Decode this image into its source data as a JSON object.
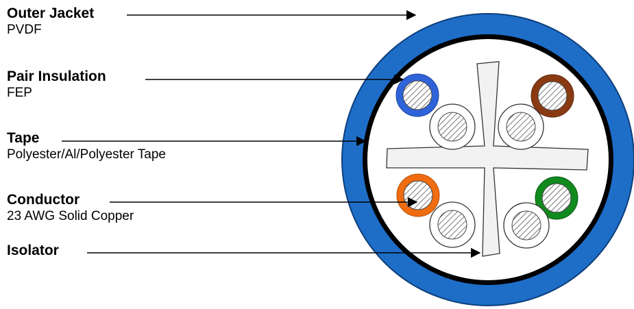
{
  "labels": [
    {
      "title": "Outer Jacket",
      "sub": "PVDF"
    },
    {
      "title": "Pair Insulation",
      "sub": "FEP"
    },
    {
      "title": "Tape",
      "sub": "Polyester/Al/Polyester Tape"
    },
    {
      "title": "Conductor",
      "sub": "23 AWG Solid Copper"
    },
    {
      "title": "Isolator",
      "sub": ""
    }
  ],
  "colors": {
    "jacket": "#1e6ec8",
    "tape": "#000000",
    "pair_blue": "#2f63d8",
    "pair_brown": "#8a3a12",
    "pair_orange": "#f06c10",
    "pair_green": "#118a1e",
    "isolator": "#f2f2f2"
  }
}
